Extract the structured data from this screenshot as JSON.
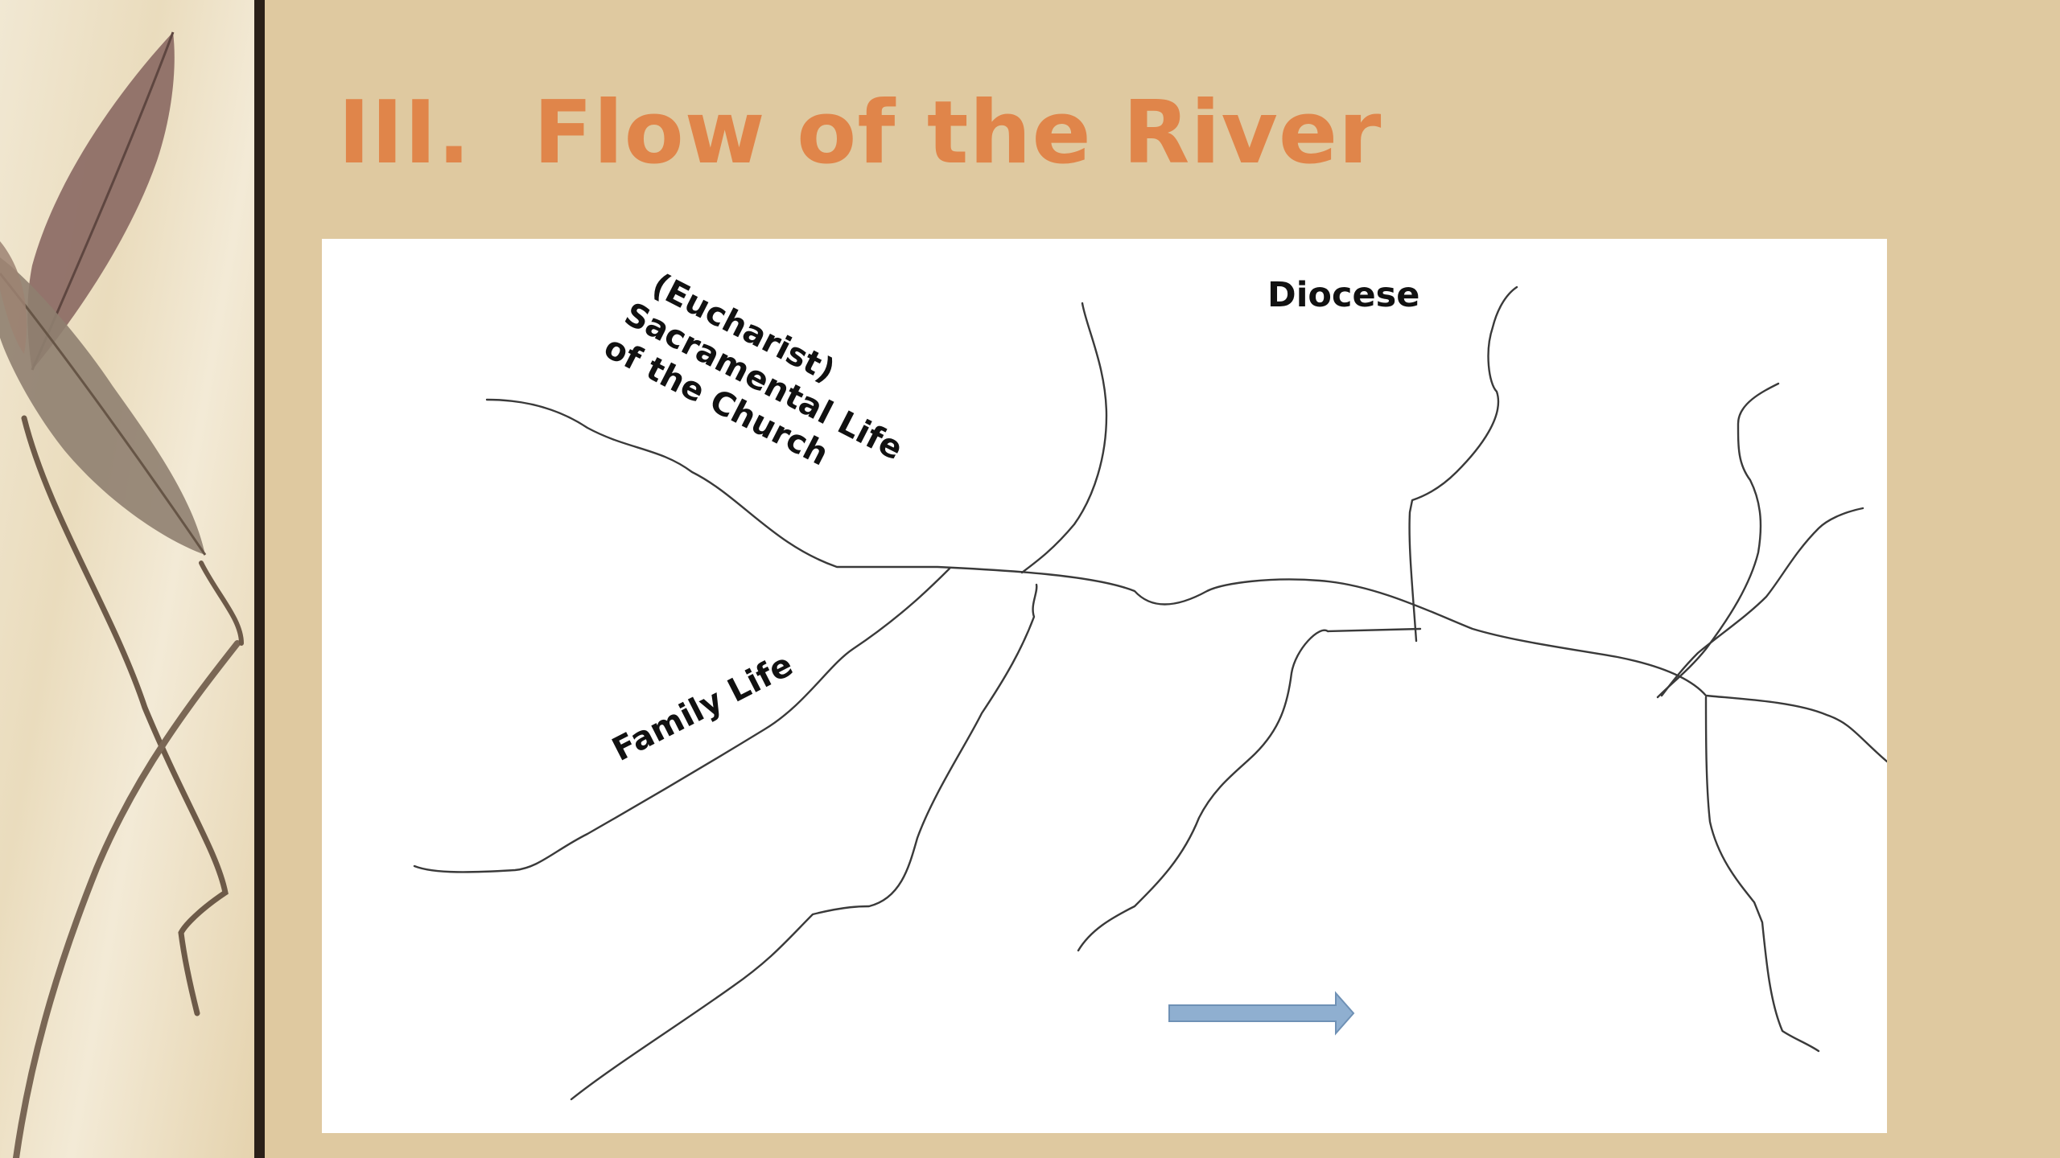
{
  "slide": {
    "title": "III.  Flow of the River"
  },
  "diagram": {
    "labels": {
      "eucharist": "(Eucharist)",
      "sacramental": "Sacramental Life",
      "church": "of the Church",
      "diocese": "Diocese",
      "family": "Family Life"
    },
    "arrow_color": "#8fafd0",
    "line_color": "#3a3a3a"
  }
}
